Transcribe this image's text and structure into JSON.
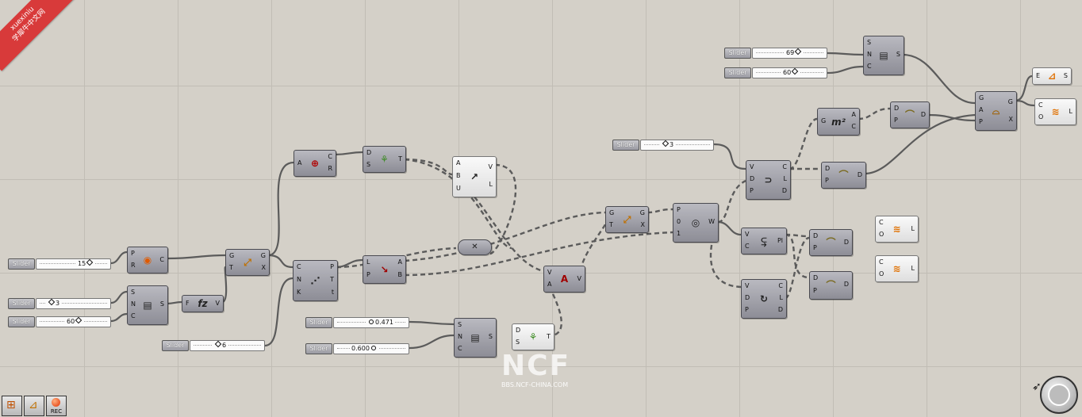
{
  "watermark": {
    "ribbon_text_top": "xuexiniu",
    "ribbon_text_bottom": "学犀牛中文网",
    "logo_text": "NCF",
    "logo_sub": "BBS.NCF-CHINA.COM"
  },
  "colors": {
    "canvas": "#d4d0c8",
    "grid": "#c1bdb5",
    "component": "#9c9ca4",
    "wire": "#606060",
    "ribbon": "#d83a3a"
  },
  "sliders": [
    {
      "id": "s1",
      "label": "Slider",
      "value": "69",
      "marker": "diamond"
    },
    {
      "id": "s2",
      "label": "Slider",
      "value": "60",
      "marker": "diamond"
    },
    {
      "id": "s3",
      "label": "Slider",
      "value": "3",
      "marker": "diamond"
    },
    {
      "id": "s4",
      "label": "Slider",
      "value": "15",
      "marker": "diamond"
    },
    {
      "id": "s5",
      "label": "Slider",
      "value": "3",
      "marker": "diamond"
    },
    {
      "id": "s6",
      "label": "Slider",
      "value": "60",
      "marker": "diamond"
    },
    {
      "id": "s7",
      "label": "Slider",
      "value": "6",
      "marker": "diamond"
    },
    {
      "id": "s8",
      "label": "Slider",
      "value": "0.471",
      "marker": "circle"
    },
    {
      "id": "s9",
      "label": "Slider",
      "value": "0.600",
      "marker": "circle"
    }
  ],
  "components": [
    {
      "id": "polygon",
      "icon": "polygon-icon",
      "glyph": "◉",
      "inputs": [
        "P",
        "R"
      ],
      "outputs": [
        "C"
      ]
    },
    {
      "id": "series1",
      "icon": "series-icon",
      "glyph": "▤",
      "inputs": [
        "S",
        "N",
        "C"
      ],
      "outputs": [
        "S"
      ]
    },
    {
      "id": "expr",
      "icon": "expression-icon",
      "glyph": "fz",
      "inputs": [
        "F"
      ],
      "outputs": [
        "V"
      ]
    },
    {
      "id": "graph1",
      "icon": "graph-mapper-icon",
      "glyph": "⤢",
      "inputs": [
        "G",
        "T"
      ],
      "outputs": [
        "G",
        "X"
      ]
    },
    {
      "id": "circle",
      "icon": "circle-icon",
      "glyph": "⊕",
      "inputs": [
        "A"
      ],
      "outputs": [
        "C",
        "R"
      ]
    },
    {
      "id": "sprout1",
      "icon": "sprout-icon",
      "glyph": "⚘",
      "inputs": [
        "D",
        "S"
      ],
      "outputs": [
        "T"
      ]
    },
    {
      "id": "vector",
      "icon": "vector-icon",
      "glyph": "↗",
      "inputs": [
        "A",
        "B",
        "U"
      ],
      "outputs": [
        "V",
        "L"
      ]
    },
    {
      "id": "curvept",
      "icon": "curve-point-icon",
      "glyph": "⋰",
      "inputs": [
        "C",
        "N",
        "K"
      ],
      "outputs": [
        "P",
        "T",
        "t"
      ]
    },
    {
      "id": "lineab",
      "icon": "line-ab-icon",
      "glyph": "↘",
      "inputs": [
        "L",
        "P"
      ],
      "outputs": [
        "A",
        "B"
      ]
    },
    {
      "id": "multiply",
      "icon": "multiply-icon",
      "glyph": "✕",
      "inputs": [],
      "outputs": []
    },
    {
      "id": "amplitude",
      "icon": "amplitude-icon",
      "glyph": "A",
      "inputs": [
        "V",
        "A"
      ],
      "outputs": [
        "V"
      ]
    },
    {
      "id": "series2",
      "icon": "series-icon",
      "glyph": "▤",
      "inputs": [
        "S",
        "N",
        "C"
      ],
      "outputs": [
        "S"
      ]
    },
    {
      "id": "sprout2",
      "icon": "sprout-icon",
      "glyph": "⚘",
      "inputs": [
        "D",
        "S"
      ],
      "outputs": [
        "T"
      ]
    },
    {
      "id": "graph2",
      "icon": "graph-mapper-icon",
      "glyph": "⤢",
      "inputs": [
        "G",
        "T"
      ],
      "outputs": [
        "G",
        "X"
      ]
    },
    {
      "id": "weave",
      "icon": "weave-icon",
      "glyph": "◎",
      "inputs": [
        "P",
        "0",
        "1"
      ],
      "outputs": [
        "W"
      ]
    },
    {
      "id": "series3",
      "icon": "series-icon",
      "glyph": "▤",
      "inputs": [
        "S",
        "N",
        "C"
      ],
      "outputs": [
        "S"
      ]
    },
    {
      "id": "area",
      "icon": "area-icon",
      "glyph": "m²",
      "inputs": [
        "G"
      ],
      "outputs": [
        "A",
        "C"
      ]
    },
    {
      "id": "pipe1",
      "icon": "pipe-icon",
      "glyph": "⌒",
      "inputs": [
        "D",
        "P"
      ],
      "outputs": [
        "D"
      ]
    },
    {
      "id": "divide1",
      "icon": "divide-curve-icon",
      "glyph": "⊃",
      "inputs": [
        "V",
        "D",
        "P"
      ],
      "outputs": [
        "C",
        "L",
        "D"
      ]
    },
    {
      "id": "pipe2",
      "icon": "pipe-icon",
      "glyph": "⌒",
      "inputs": [
        "D",
        "P"
      ],
      "outputs": [
        "D"
      ]
    },
    {
      "id": "pl",
      "icon": "polyline-icon",
      "glyph": "⥹",
      "inputs": [
        "V",
        "C"
      ],
      "outputs": [
        "Pl"
      ]
    },
    {
      "id": "divide2",
      "icon": "rotate-icon",
      "glyph": "↻",
      "inputs": [
        "V",
        "D",
        "P"
      ],
      "outputs": [
        "C",
        "L",
        "D"
      ]
    },
    {
      "id": "pipe3",
      "icon": "pipe-icon",
      "glyph": "⌒",
      "inputs": [
        "D",
        "P"
      ],
      "outputs": [
        "D"
      ]
    },
    {
      "id": "pipe4",
      "icon": "pipe-icon",
      "glyph": "⌒",
      "inputs": [
        "D",
        "P"
      ],
      "outputs": [
        "D"
      ]
    },
    {
      "id": "color1",
      "icon": "color-swatch-icon",
      "glyph": "≋",
      "inputs": [
        "C",
        "O"
      ],
      "outputs": [
        "L"
      ]
    },
    {
      "id": "color2",
      "icon": "color-swatch-icon",
      "glyph": "≋",
      "inputs": [
        "C",
        "O"
      ],
      "outputs": [
        "L"
      ]
    },
    {
      "id": "gap",
      "icon": "gap-icon",
      "glyph": "⌓",
      "inputs": [
        "G",
        "A",
        "P"
      ],
      "outputs": [
        "G",
        "X"
      ]
    },
    {
      "id": "explode",
      "icon": "explode-icon",
      "glyph": "⊿",
      "inputs": [
        "E"
      ],
      "outputs": [
        "S"
      ]
    },
    {
      "id": "color3",
      "icon": "color-swatch-icon",
      "glyph": "≋",
      "inputs": [
        "C",
        "O"
      ],
      "outputs": [
        "L"
      ]
    }
  ],
  "toolbar": {
    "rec_label": "REC"
  }
}
